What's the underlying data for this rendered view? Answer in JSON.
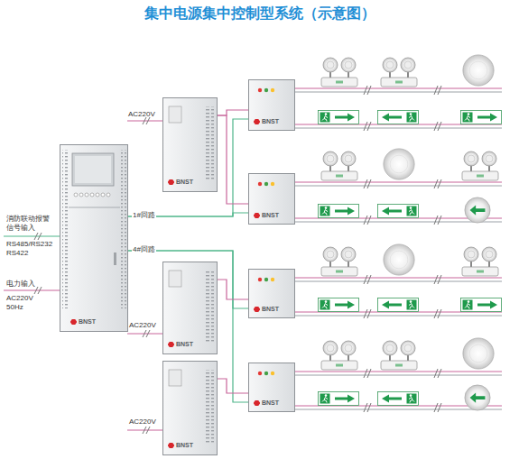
{
  "diagram": {
    "title": "集中电源集中控制型系统（示意图）",
    "nodes": [
      {
        "text": [
          "BNST"
        ]
      },
      {
        "text": [
          "BNST"
        ]
      },
      {
        "text": [
          "BNST"
        ]
      },
      {
        "text": [
          "BNST"
        ]
      },
      {
        "text": [
          "BNST"
        ]
      },
      {
        "text": [
          "BNST"
        ]
      },
      {
        "text": [
          "BNST"
        ]
      },
      {
        "text": [
          "BNST"
        ]
      }
    ],
    "edges": [
      {
        "from": 0,
        "to": 4,
        "arrow": "none",
        "label": "1#回路"
      },
      {
        "from": 0,
        "to": 5,
        "arrow": "none"
      },
      {
        "from": 0,
        "to": 6,
        "arrow": "none",
        "label": "4#回路"
      },
      {
        "from": 0,
        "to": 7,
        "arrow": "none"
      },
      {
        "from": 1,
        "to": 4,
        "arrow": "none"
      },
      {
        "from": 1,
        "to": 5,
        "arrow": "none"
      },
      {
        "from": 2,
        "to": 6,
        "arrow": "none"
      },
      {
        "from": 3,
        "to": 7,
        "arrow": "none"
      }
    ],
    "labels": [
      "AC220V",
      "AC220V",
      "AC220V",
      "消防联动报警信号输入",
      "RS485/RS232 RS422",
      "电力输入",
      "AC220V 50Hz"
    ]
  }
}
